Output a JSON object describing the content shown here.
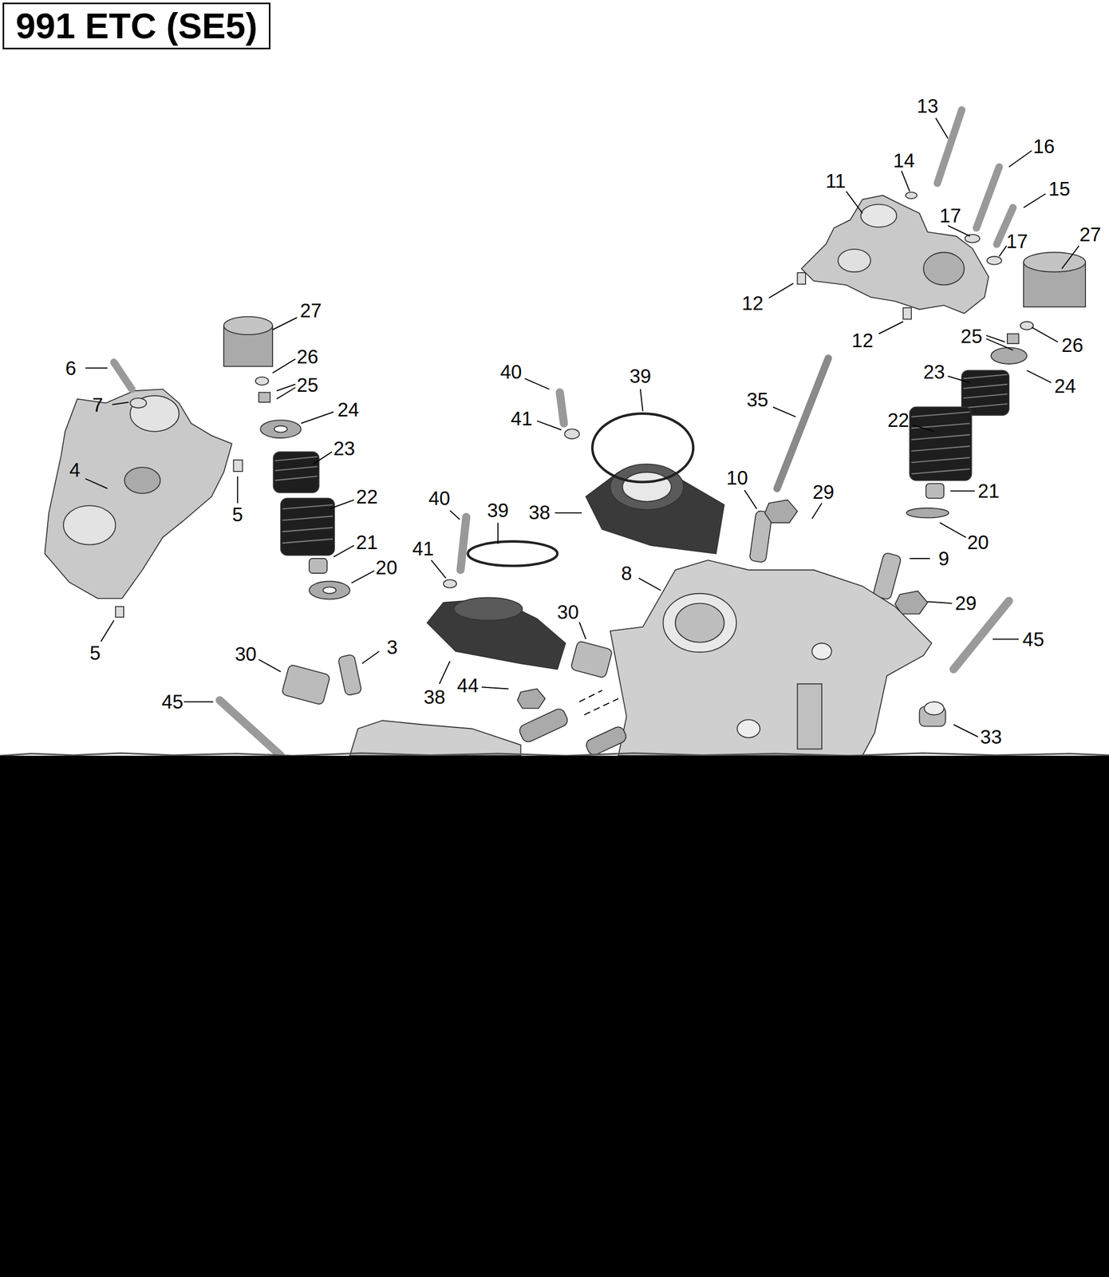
{
  "diagram": {
    "title": "991 ETC (SE5)",
    "labels": [
      "13",
      "16",
      "14",
      "11",
      "15",
      "17",
      "17",
      "27",
      "12",
      "12",
      "25",
      "26",
      "27",
      "26",
      "25",
      "6",
      "7",
      "24",
      "40",
      "39",
      "41",
      "35",
      "23",
      "24",
      "22",
      "23",
      "4",
      "5",
      "22",
      "10",
      "29",
      "21",
      "40",
      "39",
      "38",
      "41",
      "21",
      "20",
      "20",
      "9",
      "8",
      "29",
      "30",
      "45",
      "5",
      "30",
      "3",
      "44",
      "38",
      "45",
      "33"
    ]
  }
}
